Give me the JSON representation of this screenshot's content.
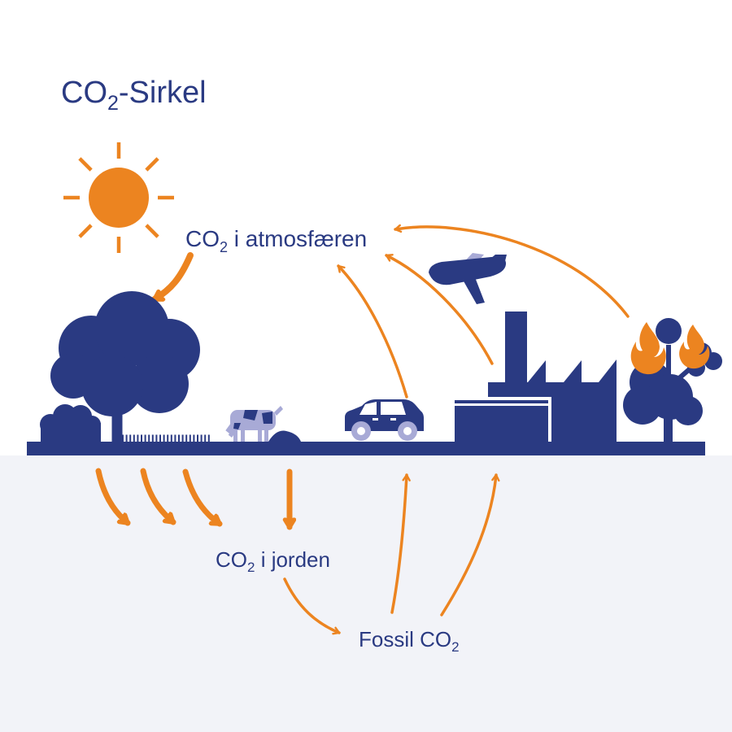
{
  "title": {
    "pre": "CO",
    "sub": "2",
    "post": "-Sirkel"
  },
  "labels": {
    "atmosphere": {
      "pre": "CO",
      "sub": "2",
      "post": " i atmosfæren"
    },
    "soil": {
      "pre": "CO",
      "sub": "2",
      "post": " i jorden"
    },
    "fossil": {
      "pre": "Fossil CO",
      "sub": "2"
    }
  },
  "flows": [
    {
      "from": "sun",
      "to": "tree"
    },
    {
      "from": "tree",
      "to": "soil"
    },
    {
      "from": "grass",
      "to": "soil"
    },
    {
      "from": "cow",
      "to": "soil"
    },
    {
      "from": "soil",
      "to": "fossil"
    },
    {
      "from": "fossil",
      "to": "car"
    },
    {
      "from": "fossil",
      "to": "factory"
    },
    {
      "from": "car",
      "to": "atmosphere"
    },
    {
      "from": "factory",
      "to": "atmosphere"
    },
    {
      "from": "burning-tree",
      "to": "atmosphere"
    }
  ],
  "icons": {
    "sun-icon": "orange circle with 8 rays",
    "tree-icon": "dark blue cloud-foliage tree",
    "bush-icon": "dark blue bush",
    "grass-icon": "comb-tooth grass strip",
    "cow-icon": "lavender grazing cow with dark spots",
    "soil-mound-icon": "dark mound",
    "car-icon": "dark blue car with white windows",
    "factory-icon": "factory with chimney and sawtooth roof",
    "airplane-icon": "dark blue jet with lavender wing",
    "burning-tree-icon": "dark tree with orange flames",
    "ground-icon": "dark blue ground bar"
  },
  "colors": {
    "dark_blue": "#2A3A82",
    "orange": "#EC8420",
    "lavender": "#A8AAD6",
    "underground": "#F2F3F8",
    "white": "#FFFFFF"
  }
}
